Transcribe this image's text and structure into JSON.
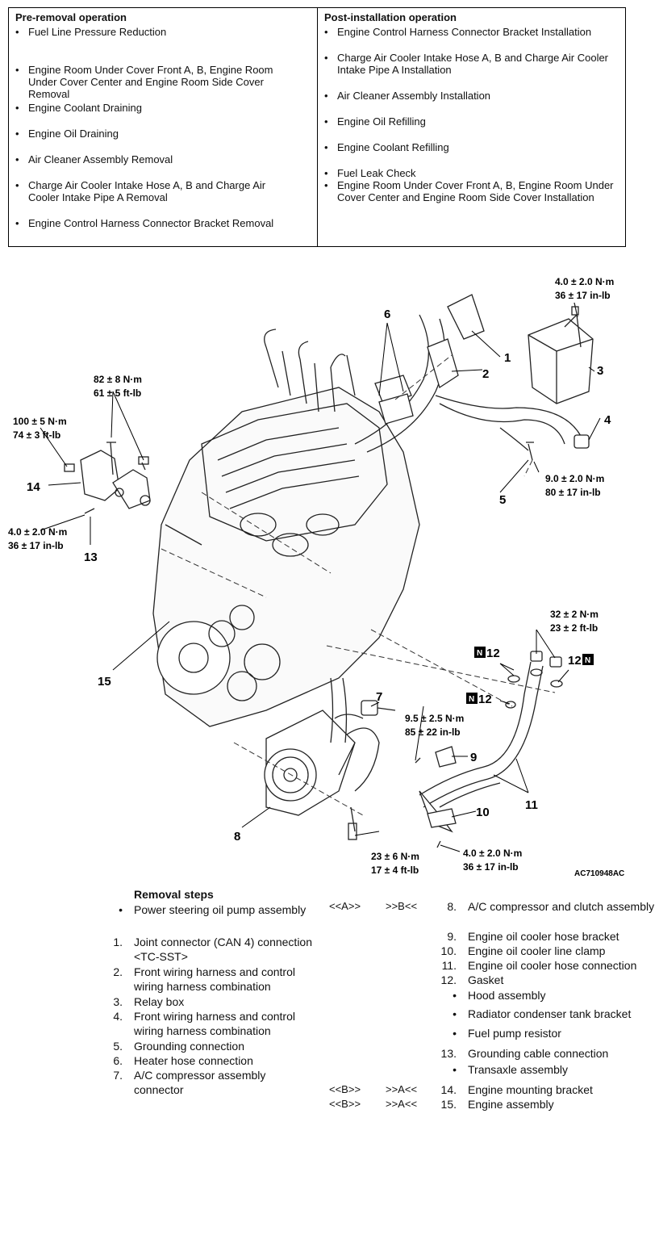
{
  "pre_removal": {
    "heading": "Pre-removal operation",
    "items": [
      "Fuel Line Pressure Reduction",
      "Engine Room Under Cover Front A, B, Engine Room Under Cover Center and Engine Room Side Cover Removal",
      "Engine Coolant Draining",
      "Engine Oil Draining",
      "Air Cleaner Assembly Removal",
      "Charge Air Cooler Intake Hose A, B and Charge Air Cooler Intake Pipe A Removal",
      "Engine Control Harness Connector Bracket Removal"
    ]
  },
  "post_installation": {
    "heading": "Post-installation operation",
    "items": [
      "Engine Control Harness Connector Bracket Installation",
      "Charge Air Cooler Intake Hose A, B and Charge Air Cooler Intake Pipe A Installation",
      "Air Cleaner Assembly Installation",
      "Engine Oil Refilling",
      "Engine Coolant Refilling",
      "Fuel Leak Check",
      "Engine Room Under Cover Front A, B, Engine Room Under Cover Center and Engine Room Side Cover Installation"
    ]
  },
  "bullet": "•",
  "diagram": {
    "torques": {
      "t_top_right_1": "4.0 ± 2.0 N·m",
      "t_top_right_2": "36 ± 17 in-lb",
      "t_82_1": "82 ± 8 N·m",
      "t_82_2": "61 ± 5 ft-lb",
      "t_100_1": "100 ± 5 N·m",
      "t_100_2": "74 ± 3 ft-lb",
      "t_left_1": "4.0 ± 2.0 N·m",
      "t_left_2": "36 ± 17 in-lb",
      "t_9_1": "9.0 ± 2.0 N·m",
      "t_9_2": "80 ± 17 in-lb",
      "t_32_1": "32 ± 2 N·m",
      "t_32_2": "23 ± 2 ft-lb",
      "t_95_1": "9.5 ± 2.5 N·m",
      "t_95_2": "85 ± 22 in-lb",
      "t_23_1": "23 ± 6 N·m",
      "t_23_2": "17 ± 4 ft-lb",
      "t_bot_1": "4.0 ± 2.0 N·m",
      "t_bot_2": "36 ± 17 in-lb"
    },
    "callouts": {
      "c1": "1",
      "c2": "2",
      "c3": "3",
      "c4": "4",
      "c5": "5",
      "c6": "6",
      "c7": "7",
      "c8": "8",
      "c9": "9",
      "c10": "10",
      "c11": "11",
      "c12a": "12",
      "c12b": "12",
      "c12c": "12",
      "c13": "13",
      "c14": "14",
      "c15": "15"
    },
    "new_part_badge": "N",
    "figure_code": "AC710948AC"
  },
  "removal_steps": {
    "title": "Removal steps",
    "left": [
      {
        "n": "•",
        "text": "Power steering oil pump assembly"
      },
      {
        "n": "1.",
        "text": "Joint connector (CAN 4) connection <TC-SST>"
      },
      {
        "n": "2.",
        "text": "Front wiring harness and control wiring harness combination"
      },
      {
        "n": "3.",
        "text": "Relay box"
      },
      {
        "n": "4.",
        "text": "Front wiring harness and control wiring harness combination"
      },
      {
        "n": "5.",
        "text": "Grounding connection"
      },
      {
        "n": "6.",
        "text": "Heater hose connection"
      },
      {
        "n": "7.",
        "text": "A/C compressor assembly connector"
      }
    ],
    "right": [
      {
        "n": "8.",
        "text": "A/C compressor and clutch assembly"
      },
      {
        "n": "9.",
        "text": "Engine oil cooler hose bracket"
      },
      {
        "n": "10.",
        "text": "Engine oil cooler line clamp"
      },
      {
        "n": "11.",
        "text": "Engine oil cooler hose connection"
      },
      {
        "n": "12.",
        "text": "Gasket"
      },
      {
        "n": "•",
        "text": "Hood assembly"
      },
      {
        "n": "•",
        "text": "Radiator condenser tank bracket"
      },
      {
        "n": "•",
        "text": "Fuel pump resistor"
      },
      {
        "n": "13.",
        "text": "Grounding cable connection"
      },
      {
        "n": "•",
        "text": "Transaxle assembly"
      },
      {
        "n": "14.",
        "text": "Engine mounting bracket"
      },
      {
        "n": "15.",
        "text": "Engine assembly"
      }
    ],
    "marks": [
      {
        "removal": "<<A>>",
        "install": ">>B<<"
      },
      {
        "removal": "<<B>>",
        "install": ">>A<<"
      },
      {
        "removal": "<<B>>",
        "install": ">>A<<"
      }
    ]
  }
}
